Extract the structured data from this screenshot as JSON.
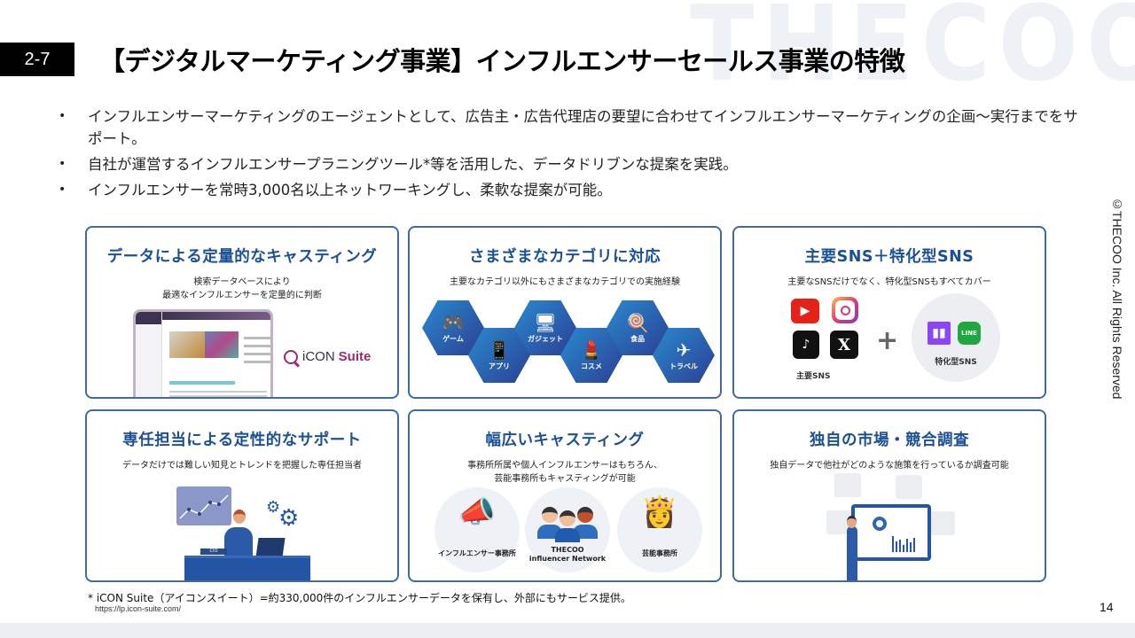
{
  "watermark": "THECOO",
  "header": {
    "section_number": "2-7",
    "title": "【デジタルマーケティング事業】インフルエンサーセールス事業の特徴"
  },
  "bullets": [
    "インフルエンサーマーケティングのエージェントとして、広告主・広告代理店の要望に合わせてインフルエンサーマーケティングの企画～実行までをサポート。",
    "自社が運営するインフルエンサープラニングツール*等を活用した、データドリブンな提案を実践。",
    "インフルエンサーを常時3,000名以上ネットワーキングし、柔軟な提案が可能。"
  ],
  "bullet_marker": "•",
  "copyright": "©THECOO Inc. All Rights Reserved",
  "cards": [
    {
      "title": "データによる定量的なキャスティング",
      "subtitle_lines": [
        "検索データベースにより",
        "最適なインフルエンサーを定量的に判断"
      ],
      "logo_text": "iCON",
      "logo_suffix": "Suite"
    },
    {
      "title": "さまざまなカテゴリに対応",
      "subtitle_lines": [
        "主要なカテゴリ以外にもさまざまなカテゴリでの実施経験"
      ],
      "categories": [
        {
          "label": "ゲーム",
          "icon": "gamepad-icon",
          "glyph": "🎮"
        },
        {
          "label": "アプリ",
          "icon": "smartphone-icon",
          "glyph": "📱"
        },
        {
          "label": "ガジェット",
          "icon": "computer-icon",
          "glyph": "🖥"
        },
        {
          "label": "コスメ",
          "icon": "lipstick-icon",
          "glyph": "💄"
        },
        {
          "label": "食品",
          "icon": "lollipop-icon",
          "glyph": "🍭"
        },
        {
          "label": "トラベル",
          "icon": "airplane-icon",
          "glyph": "✈"
        }
      ]
    },
    {
      "title": "主要SNS＋特化型SNS",
      "subtitle_lines": [
        "主要なSNSだけでなく、特化型SNSもすべてカバー"
      ],
      "main_sns_label": "主要SNS",
      "special_sns_label": "特化型SNS",
      "main_sns": [
        {
          "name": "youtube-icon",
          "glyph": "▶",
          "color": "#e62117"
        },
        {
          "name": "instagram-icon",
          "glyph": "",
          "color": "#d63a78"
        },
        {
          "name": "tiktok-icon",
          "glyph": "♪",
          "color": "#111111"
        },
        {
          "name": "x-icon",
          "glyph": "X",
          "color": "#111111"
        }
      ],
      "special_sns": [
        {
          "name": "twitch-icon",
          "glyph": "▮▮",
          "color": "#8c45f7"
        },
        {
          "name": "line-icon",
          "glyph": "LINE",
          "color": "#1fa83d"
        }
      ],
      "plus": "+"
    },
    {
      "title": "専任担当による定性的なサポート",
      "subtitle_lines": [
        "データだけでは難しい知見とトレンドを把握した専任担当者"
      ],
      "desk_label": "CIO"
    },
    {
      "title": "幅広いキャスティング",
      "subtitle_lines": [
        "事務所所属や個人インフルエンサーはもちろん、",
        "芸能事務所もキャスティングが可能"
      ],
      "groups": [
        {
          "label_lines": [
            "インフルエンサー事務所"
          ]
        },
        {
          "label_lines": [
            "THECOO",
            "influencer Network"
          ]
        },
        {
          "label_lines": [
            "芸能事務所"
          ]
        }
      ]
    },
    {
      "title": "独自の市場・競合調査",
      "subtitle_lines": [
        "独自データで他社がどのような施策を行っているか調査可能"
      ]
    }
  ],
  "footnote": {
    "text": "* iCON Suite（アイコンスイート）=約330,000件のインフルエンサーデータを保有し、外部にもサービス提供。",
    "url": "https://lp.icon-suite.com/"
  },
  "page_number": "14",
  "colors": {
    "title_blue": "#1b4f96",
    "card_border": "#3f6a9d",
    "hex_gradient_start": "#2a8ad0",
    "hex_gradient_end": "#2b3f92",
    "icon_suite_accent": "#9a2a6e"
  }
}
